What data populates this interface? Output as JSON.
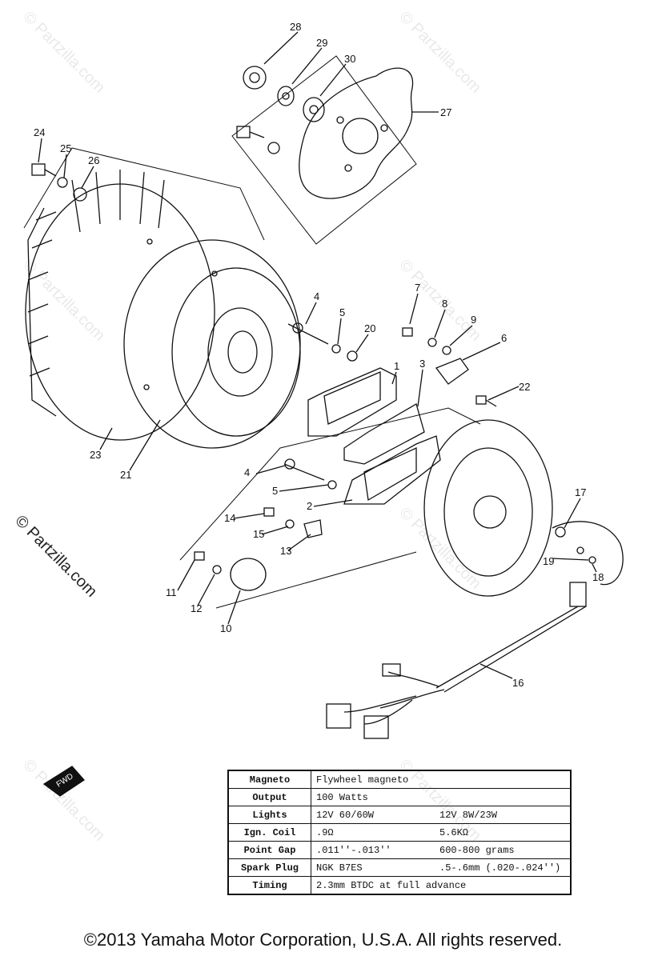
{
  "watermark": "© Partzilla.com",
  "side_watermark": "© Partzilla.com",
  "fwd_label": "FWD",
  "callouts": [
    "28",
    "29",
    "30",
    "27",
    "24",
    "25",
    "26",
    "7",
    "8",
    "9",
    "6",
    "4",
    "5",
    "20",
    "1",
    "3",
    "22",
    "23",
    "21",
    "4",
    "5",
    "2",
    "17",
    "14",
    "15",
    "13",
    "19",
    "18",
    "11",
    "12",
    "10",
    "16"
  ],
  "spec_table": [
    {
      "label": "Magneto",
      "value": "Flywheel magneto",
      "value2": ""
    },
    {
      "label": "Output",
      "value": "100 Watts",
      "value2": ""
    },
    {
      "label": "Lights",
      "value": "12V 60/60W",
      "value2": "12V 8W/23W"
    },
    {
      "label": "Ign. Coil",
      "value": ".9Ω",
      "value2": "5.6KΩ"
    },
    {
      "label": "Point Gap",
      "value": ".011''-.013''",
      "value2": "600-800 grams"
    },
    {
      "label": "Spark Plug",
      "value": "NGK B7ES",
      "value2": ".5-.6mm (.020-.024'')"
    },
    {
      "label": "Timing",
      "value": "2.3mm BTDC at full advance",
      "value2": ""
    }
  ],
  "copyright": "©2013 Yamaha Motor Corporation, U.S.A. All rights reserved."
}
